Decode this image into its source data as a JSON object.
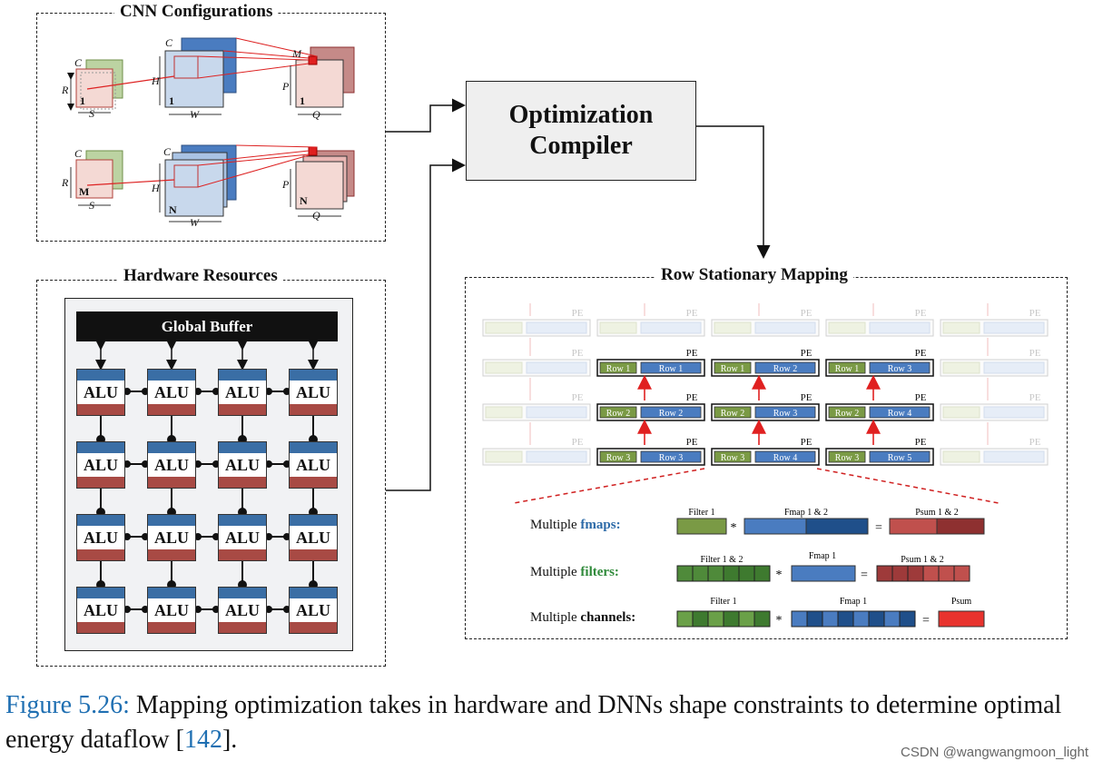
{
  "cnn": {
    "title": "CNN Configurations",
    "top": {
      "filter_channel": "C",
      "filter_height": "R",
      "filter_width": "S",
      "filter_count": "1",
      "ifmap_channel": "C",
      "ifmap_height": "H",
      "ifmap_width": "W",
      "ifmap_count": "1",
      "ofmap_channel": "M",
      "ofmap_height": "P",
      "ofmap_width": "Q",
      "ofmap_count": "1"
    },
    "bottom": {
      "filter_channel": "C",
      "filter_height": "R",
      "filter_width": "S",
      "filter_count": "M",
      "ifmap_channel": "C",
      "ifmap_height": "H",
      "ifmap_width": "W",
      "ifmap_count": "N",
      "ofmap_height": "P",
      "ofmap_width": "Q",
      "ofmap_count": "N"
    }
  },
  "hardware": {
    "title": "Hardware Resources",
    "global_buffer": "Global Buffer",
    "alu_label": "ALU"
  },
  "compiler": {
    "line1": "Optimization",
    "line2": "Compiler"
  },
  "mapping": {
    "title": "Row Stationary Mapping",
    "pe_label": "PE",
    "active_pes": [
      {
        "filter": "Row 1",
        "fmap": "Row 1"
      },
      {
        "filter": "Row 1",
        "fmap": "Row 2"
      },
      {
        "filter": "Row 1",
        "fmap": "Row 3"
      },
      {
        "filter": "Row 2",
        "fmap": "Row 2"
      },
      {
        "filter": "Row 2",
        "fmap": "Row 3"
      },
      {
        "filter": "Row 2",
        "fmap": "Row 4"
      },
      {
        "filter": "Row 3",
        "fmap": "Row 3"
      },
      {
        "filter": "Row 3",
        "fmap": "Row 4"
      },
      {
        "filter": "Row 3",
        "fmap": "Row 5"
      }
    ],
    "multiple": [
      {
        "prefix": "Multiple",
        "word": "fmaps:",
        "word_color": "#2c6aa8",
        "left_label": "Filter 1",
        "mid_label": "Fmap 1 & 2",
        "right_label": "Psum 1 & 2"
      },
      {
        "prefix": "Multiple",
        "word": "filters:",
        "word_color": "#2f8a3a",
        "left_label": "Filter 1 & 2",
        "mid_label": "Fmap 1",
        "right_label": "Psum 1 & 2"
      },
      {
        "prefix": "Multiple",
        "word": "channels:",
        "word_color": "#111111",
        "left_label": "Filter 1",
        "mid_label": "Fmap 1",
        "right_label": "Psum"
      }
    ],
    "ops": {
      "mul": "*",
      "eq": "="
    }
  },
  "caption": {
    "label": "Figure 5.26:",
    "text_before": " Mapping optimization takes in hardware and DNNs shape constraints to determine optimal energy dataflow [",
    "ref": "142",
    "text_after": "]."
  },
  "watermark": "CSDN @wangwangmoon_light",
  "colors": {
    "green": "#7a9a45",
    "blue": "#4a7cc0",
    "darkblue": "#1f4f8a",
    "red": "#c0504d",
    "darkred": "#8e3030",
    "arrow_red": "#e02020"
  }
}
